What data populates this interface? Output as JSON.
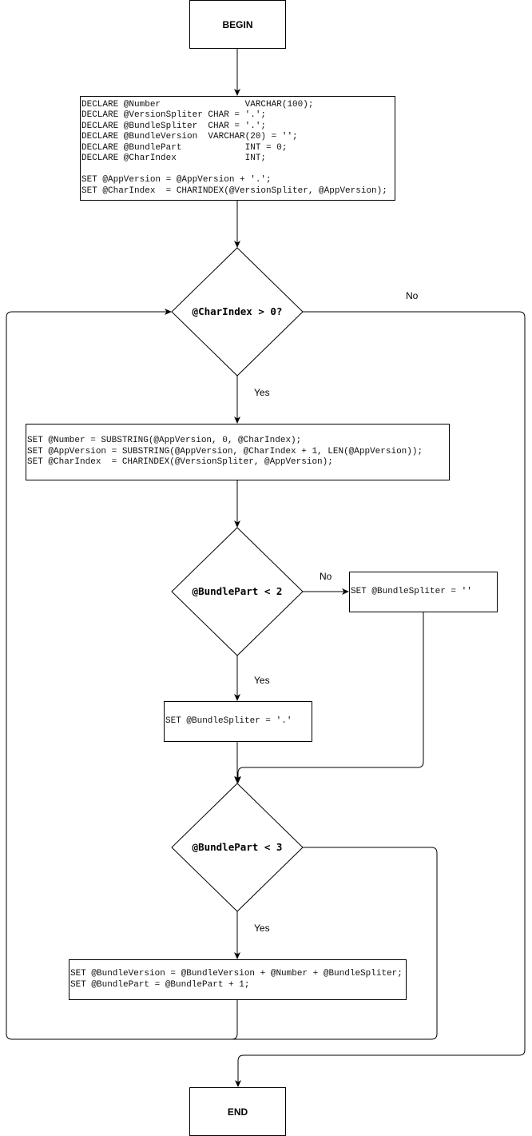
{
  "nodes": {
    "begin": "BEGIN",
    "end": "END",
    "declare_block": [
      "DECLARE @Number                VARCHAR(100);",
      "DECLARE @VersionSpliter CHAR = '.';",
      "DECLARE @BundleSpliter  CHAR = '.';",
      "DECLARE @BundleVersion  VARCHAR(20) = '';",
      "DECLARE @BundlePart            INT = 0;",
      "DECLARE @CharIndex             INT;",
      "",
      "SET @AppVersion = @AppVersion + '.';",
      "SET @CharIndex  = CHARINDEX(@VersionSpliter, @AppVersion);"
    ],
    "loop_body_block": [
      "SET @Number = SUBSTRING(@AppVersion, 0, @CharIndex);",
      "SET @AppVersion = SUBSTRING(@AppVersion, @CharIndex + 1, LEN(@AppVersion));",
      "SET @CharIndex  = CHARINDEX(@VersionSpliter, @AppVersion);"
    ],
    "decision_charindex": "@CharIndex > 0?",
    "decision_bundlepart_2": "@BundlePart < 2",
    "decision_bundlepart_3": "@BundlePart < 3",
    "spliter_empty": "SET @BundleSpliter = ''",
    "spliter_dot": "SET @BundleSpliter = '.'",
    "append_block": [
      "SET @BundleVersion = @BundleVersion + @Number + @BundleSpliter;",
      "SET @BundlePart = @BundlePart + 1;"
    ]
  },
  "edge_labels": {
    "charindex_no": "No",
    "charindex_yes": "Yes",
    "bundlepart2_no": "No",
    "bundlepart2_yes": "Yes",
    "bundlepart3_yes": "Yes"
  }
}
